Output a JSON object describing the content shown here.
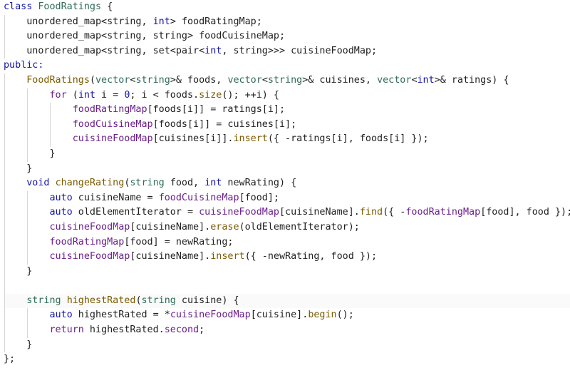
{
  "editor": {
    "language": "cpp",
    "current_line_index": 20,
    "lines": [
      {
        "indent": 0,
        "tokens": [
          {
            "t": "class ",
            "c": "kw"
          },
          {
            "t": "FoodRatings",
            "c": "cls"
          },
          {
            "t": " {",
            "c": "pn"
          }
        ]
      },
      {
        "indent": 1,
        "tokens": [
          {
            "t": "unordered_map<string, ",
            "c": "pn"
          },
          {
            "t": "int",
            "c": "ty"
          },
          {
            "t": "> foodRatingMap;",
            "c": "pn"
          }
        ]
      },
      {
        "indent": 1,
        "tokens": [
          {
            "t": "unordered_map<string, string> foodCuisineMap;",
            "c": "pn"
          }
        ]
      },
      {
        "indent": 1,
        "tokens": [
          {
            "t": "unordered_map<string, set<pair<",
            "c": "pn"
          },
          {
            "t": "int",
            "c": "ty"
          },
          {
            "t": ", string>>> cuisineFoodMap;",
            "c": "pn"
          }
        ]
      },
      {
        "indent": 0,
        "tokens": [
          {
            "t": "public:",
            "c": "kw"
          }
        ]
      },
      {
        "indent": 1,
        "tokens": [
          {
            "t": "FoodRatings",
            "c": "fn"
          },
          {
            "t": "(",
            "c": "pn"
          },
          {
            "t": "vector",
            "c": "cls"
          },
          {
            "t": "<",
            "c": "pn"
          },
          {
            "t": "string",
            "c": "cls"
          },
          {
            "t": ">& foods, ",
            "c": "pn"
          },
          {
            "t": "vector",
            "c": "cls"
          },
          {
            "t": "<",
            "c": "pn"
          },
          {
            "t": "string",
            "c": "cls"
          },
          {
            "t": ">& cuisines, ",
            "c": "pn"
          },
          {
            "t": "vector",
            "c": "cls"
          },
          {
            "t": "<",
            "c": "pn"
          },
          {
            "t": "int",
            "c": "ty"
          },
          {
            "t": ">& ratings) {",
            "c": "pn"
          }
        ]
      },
      {
        "indent": 2,
        "tokens": [
          {
            "t": "for",
            "c": "mac"
          },
          {
            "t": " (",
            "c": "pn"
          },
          {
            "t": "int",
            "c": "ty"
          },
          {
            "t": " i = ",
            "c": "pn"
          },
          {
            "t": "0",
            "c": "num"
          },
          {
            "t": "; i < foods.",
            "c": "pn"
          },
          {
            "t": "size",
            "c": "fn"
          },
          {
            "t": "(); ++i) {",
            "c": "pn"
          }
        ]
      },
      {
        "indent": 3,
        "tokens": [
          {
            "t": "foodRatingMap",
            "c": "fld"
          },
          {
            "t": "[foods[i]] = ratings[i];",
            "c": "pn"
          }
        ]
      },
      {
        "indent": 3,
        "tokens": [
          {
            "t": "foodCuisineMap",
            "c": "fld"
          },
          {
            "t": "[foods[i]] = cuisines[i];",
            "c": "pn"
          }
        ]
      },
      {
        "indent": 3,
        "tokens": [
          {
            "t": "cuisineFoodMap",
            "c": "fld"
          },
          {
            "t": "[cuisines[i]].",
            "c": "pn"
          },
          {
            "t": "insert",
            "c": "fn"
          },
          {
            "t": "({ -ratings[i], foods[i] });",
            "c": "pn"
          }
        ]
      },
      {
        "indent": 2,
        "tokens": [
          {
            "t": "}",
            "c": "pn"
          }
        ]
      },
      {
        "indent": 1,
        "tokens": [
          {
            "t": "}",
            "c": "pn"
          }
        ]
      },
      {
        "indent": 1,
        "tokens": [
          {
            "t": "void",
            "c": "ty"
          },
          {
            "t": " ",
            "c": "pn"
          },
          {
            "t": "changeRating",
            "c": "fn"
          },
          {
            "t": "(",
            "c": "pn"
          },
          {
            "t": "string",
            "c": "cls"
          },
          {
            "t": " food, ",
            "c": "pn"
          },
          {
            "t": "int",
            "c": "ty"
          },
          {
            "t": " newRating) {",
            "c": "pn"
          }
        ]
      },
      {
        "indent": 2,
        "tokens": [
          {
            "t": "auto",
            "c": "kw"
          },
          {
            "t": " cuisineName = ",
            "c": "pn"
          },
          {
            "t": "foodCuisineMap",
            "c": "fld"
          },
          {
            "t": "[food];",
            "c": "pn"
          }
        ]
      },
      {
        "indent": 2,
        "tokens": [
          {
            "t": "auto",
            "c": "kw"
          },
          {
            "t": " oldElementIterator = ",
            "c": "pn"
          },
          {
            "t": "cuisineFoodMap",
            "c": "fld"
          },
          {
            "t": "[cuisineName].",
            "c": "pn"
          },
          {
            "t": "find",
            "c": "fn"
          },
          {
            "t": "({ -",
            "c": "pn"
          },
          {
            "t": "foodRatingMap",
            "c": "fld"
          },
          {
            "t": "[food], food });",
            "c": "pn"
          }
        ]
      },
      {
        "indent": 2,
        "tokens": [
          {
            "t": "cuisineFoodMap",
            "c": "fld"
          },
          {
            "t": "[cuisineName].",
            "c": "pn"
          },
          {
            "t": "erase",
            "c": "fn"
          },
          {
            "t": "(oldElementIterator);",
            "c": "pn"
          }
        ]
      },
      {
        "indent": 2,
        "tokens": [
          {
            "t": "foodRatingMap",
            "c": "fld"
          },
          {
            "t": "[food] = newRating;",
            "c": "pn"
          }
        ]
      },
      {
        "indent": 2,
        "tokens": [
          {
            "t": "cuisineFoodMap",
            "c": "fld"
          },
          {
            "t": "[cuisineName].",
            "c": "pn"
          },
          {
            "t": "insert",
            "c": "fn"
          },
          {
            "t": "({ -newRating, food });",
            "c": "pn"
          }
        ]
      },
      {
        "indent": 1,
        "tokens": [
          {
            "t": "}",
            "c": "pn"
          }
        ]
      },
      {
        "indent": 1,
        "tokens": []
      },
      {
        "indent": 1,
        "tokens": [
          {
            "t": "string",
            "c": "cls"
          },
          {
            "t": " ",
            "c": "pn"
          },
          {
            "t": "highestRated",
            "c": "fn"
          },
          {
            "t": "(",
            "c": "pn"
          },
          {
            "t": "string",
            "c": "cls"
          },
          {
            "t": " cuisine) {",
            "c": "pn"
          }
        ]
      },
      {
        "indent": 2,
        "tokens": [
          {
            "t": "auto",
            "c": "kw"
          },
          {
            "t": " highestRated = *",
            "c": "pn"
          },
          {
            "t": "cuisineFoodMap",
            "c": "fld"
          },
          {
            "t": "[cuisine].",
            "c": "pn"
          },
          {
            "t": "begin",
            "c": "fn"
          },
          {
            "t": "();",
            "c": "pn"
          }
        ]
      },
      {
        "indent": 2,
        "tokens": [
          {
            "t": "return",
            "c": "mac"
          },
          {
            "t": " highestRated.",
            "c": "pn"
          },
          {
            "t": "second",
            "c": "fld"
          },
          {
            "t": ";",
            "c": "pn"
          }
        ]
      },
      {
        "indent": 1,
        "tokens": [
          {
            "t": "}",
            "c": "pn"
          }
        ]
      },
      {
        "indent": 0,
        "tokens": [
          {
            "t": "};",
            "c": "pn"
          }
        ]
      }
    ]
  }
}
